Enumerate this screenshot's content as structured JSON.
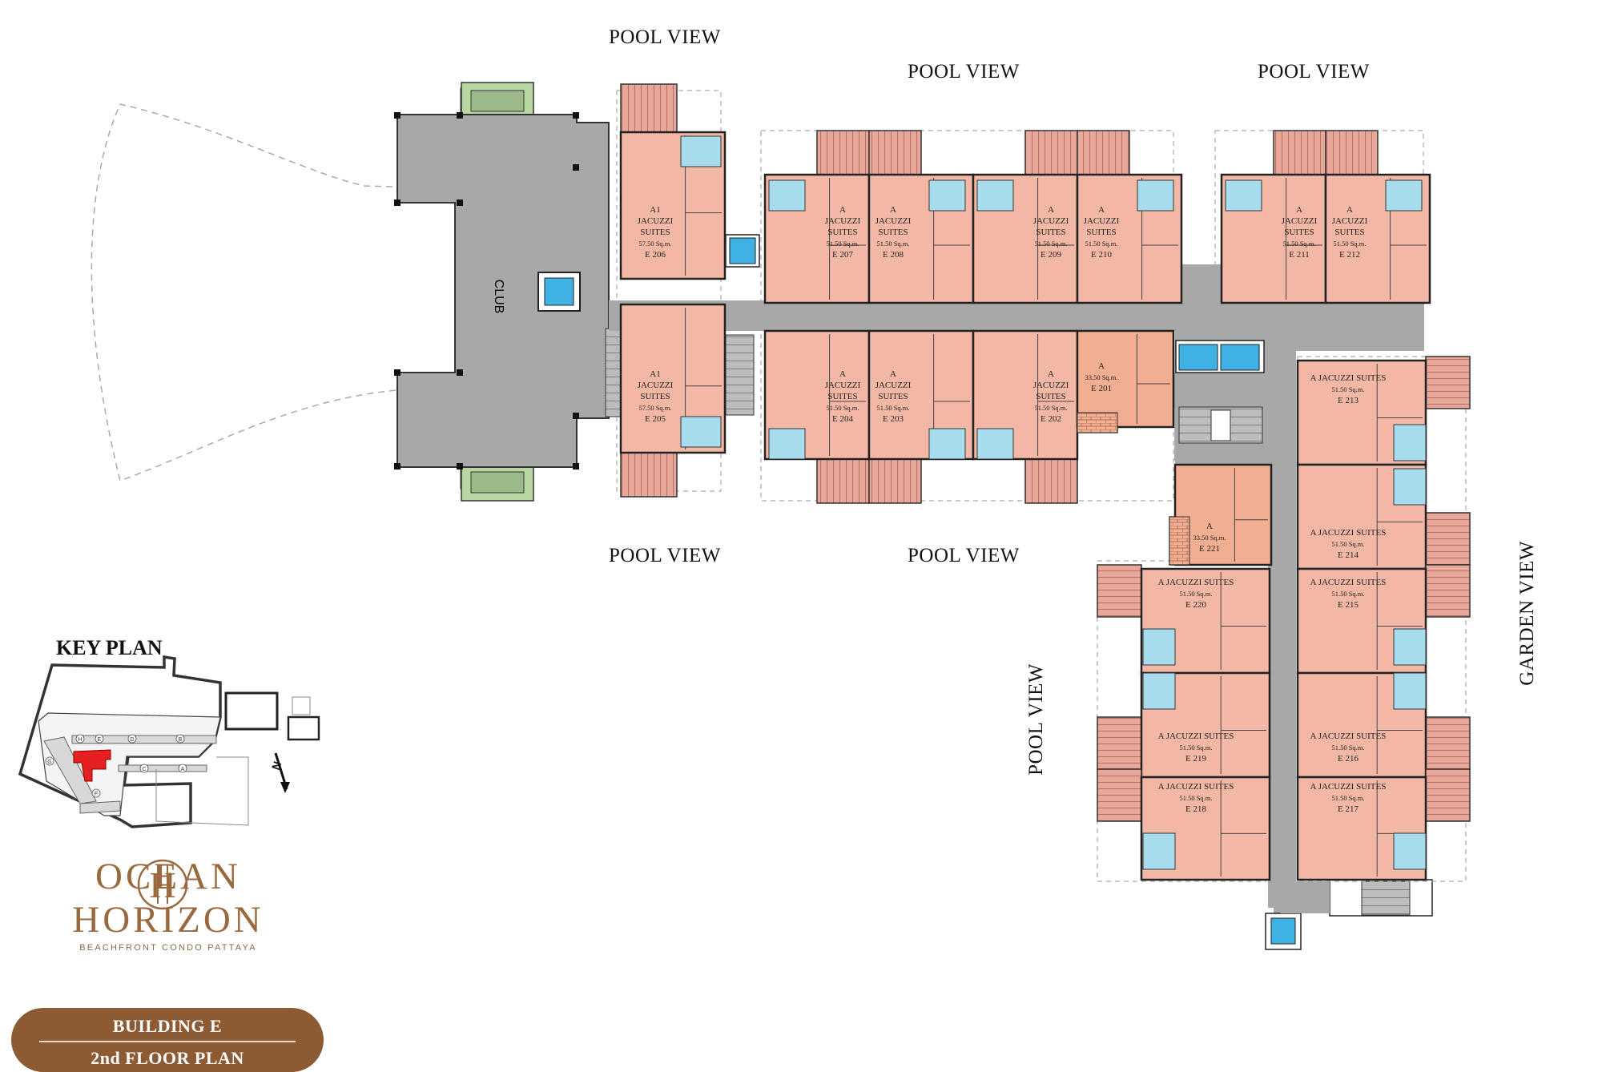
{
  "views": {
    "pool_top_left": "POOL VIEW",
    "pool_top_mid": "POOL VIEW",
    "pool_top_right": "POOL VIEW",
    "pool_bottom_left": "POOL VIEW",
    "pool_bottom_mid": "POOL VIEW",
    "pool_side": "POOL VIEW",
    "garden_side": "GARDEN VIEW"
  },
  "club_label": "CLUB",
  "units": [
    {
      "id": "E 206",
      "lines": [
        "A1",
        "JACUZZI",
        "SUITES",
        "57.50 Sq.m.",
        "E 206"
      ]
    },
    {
      "id": "E 205",
      "lines": [
        "A1",
        "JACUZZI",
        "SUITES",
        "57.50 Sq.m.",
        "E 205"
      ]
    },
    {
      "id": "E 207",
      "lines": [
        "A",
        "JACUZZI",
        "SUITES",
        "51.50 Sq.m.",
        "E 207"
      ]
    },
    {
      "id": "E 208",
      "lines": [
        "A",
        "JACUZZI",
        "SUITES",
        "51.50 Sq.m.",
        "E 208"
      ]
    },
    {
      "id": "E 209",
      "lines": [
        "A",
        "JACUZZI",
        "SUITES",
        "51.50 Sq.m.",
        "E 209"
      ]
    },
    {
      "id": "E 210",
      "lines": [
        "A",
        "JACUZZI",
        "SUITES",
        "51.50 Sq.m.",
        "E 210"
      ]
    },
    {
      "id": "E 211",
      "lines": [
        "A",
        "JACUZZI",
        "SUITES",
        "51.50 Sq.m.",
        "E 211"
      ]
    },
    {
      "id": "E 212",
      "lines": [
        "A",
        "JACUZZI",
        "SUITES",
        "51.50 Sq.m.",
        "E 212"
      ]
    },
    {
      "id": "E 204",
      "lines": [
        "A",
        "JACUZZI",
        "SUITES",
        "51.50 Sq.m.",
        "E 204"
      ]
    },
    {
      "id": "E 203",
      "lines": [
        "A",
        "JACUZZI",
        "SUITES",
        "51.50 Sq.m.",
        "E 203"
      ]
    },
    {
      "id": "E 202",
      "lines": [
        "A",
        "JACUZZI",
        "SUITES",
        "51.50 Sq.m.",
        "E 202"
      ]
    },
    {
      "id": "E 201",
      "lines": [
        "A",
        "33.50 Sq.m.",
        "E 201"
      ]
    },
    {
      "id": "E 221",
      "lines": [
        "A",
        "33.50 Sq.m.",
        "E 221"
      ]
    },
    {
      "id": "E 213",
      "lines": [
        "A JACUZZI SUITES",
        "51.50 Sq.m.",
        "E 213"
      ]
    },
    {
      "id": "E 214",
      "lines": [
        "A JACUZZI SUITES",
        "51.50 Sq.m.",
        "E 214"
      ]
    },
    {
      "id": "E 215",
      "lines": [
        "A JACUZZI SUITES",
        "51.50 Sq.m.",
        "E 215"
      ]
    },
    {
      "id": "E 216",
      "lines": [
        "A JACUZZI SUITES",
        "51.50 Sq.m.",
        "E 216"
      ]
    },
    {
      "id": "E 217",
      "lines": [
        "A JACUZZI SUITES",
        "51.50 Sq.m.",
        "E 217"
      ]
    },
    {
      "id": "E 220",
      "lines": [
        "A JACUZZI SUITES",
        "51.50 Sq.m.",
        "E 220"
      ]
    },
    {
      "id": "E 219",
      "lines": [
        "A JACUZZI SUITES",
        "51.50 Sq.m.",
        "E 219"
      ]
    },
    {
      "id": "E 218",
      "lines": [
        "A JACUZZI SUITES",
        "51.50 Sq.m.",
        "E 218"
      ]
    }
  ],
  "key_plan": {
    "title": "KEY PLAN",
    "block_letters": [
      "H",
      "E",
      "D",
      "B",
      "G",
      "C",
      "A",
      "F"
    ],
    "north": "N"
  },
  "logo": {
    "monogram": "H",
    "name": "OCEAN HORIZON",
    "tagline": "BEACHFRONT CONDO PATTAYA"
  },
  "badge": {
    "line1": "BUILDING E",
    "line2": "2nd FLOOR PLAN"
  },
  "colors": {
    "unit": "#f3b8a5",
    "unit_studio": "#f2ae90",
    "corridor": "#a8a8a8",
    "balcony": "#e9a79a",
    "pool": "#a7dcef",
    "lift": "#3fb1e3",
    "planter": "#b9d7a3",
    "brand": "#8c5b34",
    "highlight": "#e62020"
  }
}
